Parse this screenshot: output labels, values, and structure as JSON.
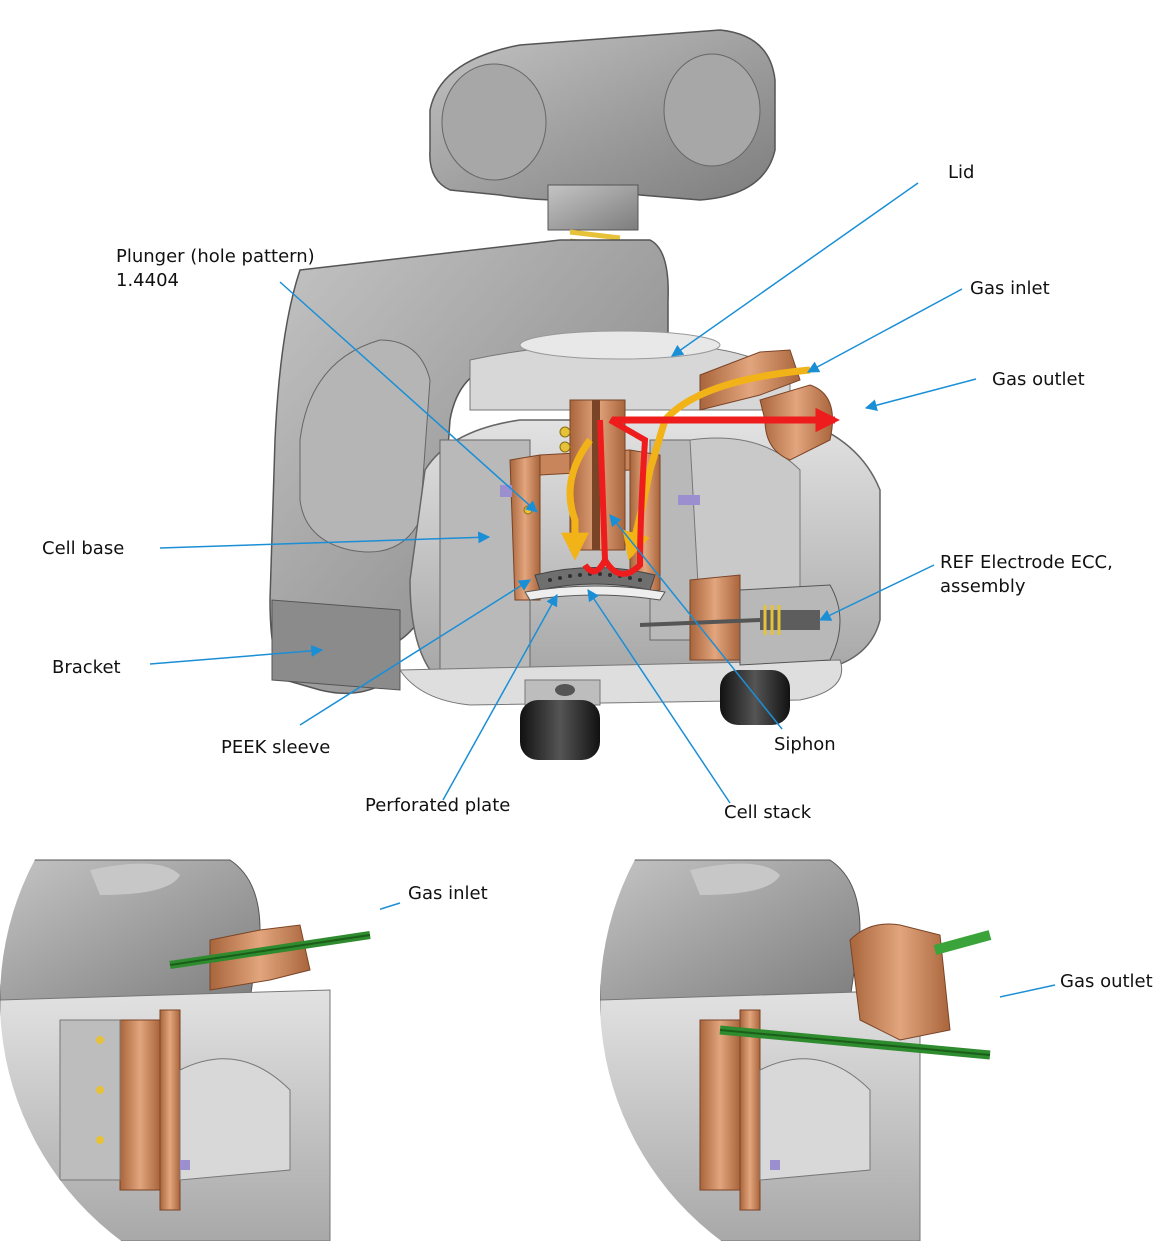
{
  "labels": {
    "lid": "Lid",
    "plunger_line1": "Plunger (hole pattern)",
    "plunger_line2": "1.4404",
    "gas_inlet": "Gas inlet",
    "gas_outlet": "Gas outlet",
    "cell_base": "Cell base",
    "ref_line1": "REF Electrode ECC,",
    "ref_line2": "assembly",
    "bracket": "Bracket",
    "peek_sleeve": "PEEK sleeve",
    "siphon": "Siphon",
    "perforated_plate": "Perforated plate",
    "cell_stack": "Cell stack",
    "detail_left_gas_inlet": "Gas inlet",
    "detail_right_gas_outlet": "Gas outlet"
  },
  "colors": {
    "leader_arrow": "#1a8fd6",
    "body_grey": "#9a9a9a",
    "copper": "#c8845a",
    "gas_flow_yellow": "#f2b318",
    "gas_flow_red": "#ee1c1c",
    "tube_green": "#2e8b2e",
    "spring_yellow": "#e6c13a"
  },
  "icons": {
    "main_illustration": "electrochemical-cell-cutaway",
    "detail_left": "gas-inlet-detail",
    "detail_right": "gas-outlet-detail"
  }
}
